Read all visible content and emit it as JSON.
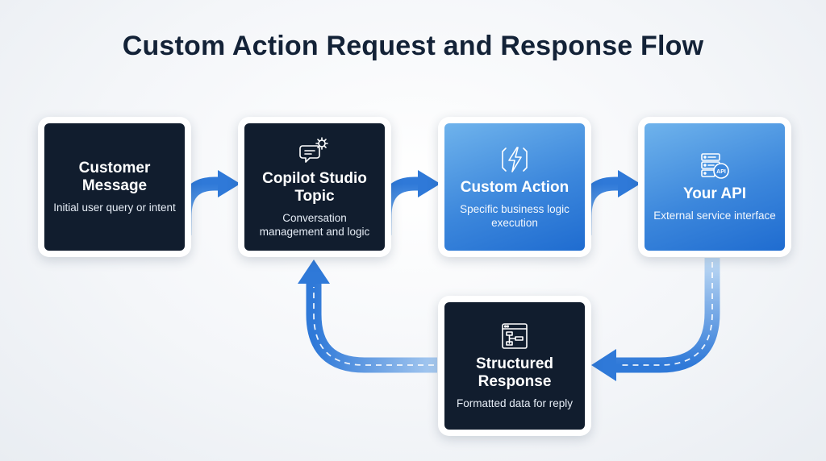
{
  "title": "Custom Action Request and Response Flow",
  "colors": {
    "dark_card": "#111d2e",
    "blue_card": "#3c87dc",
    "arrow_blue": "#2f79d8",
    "title_text": "#132237"
  },
  "nodes": {
    "customer": {
      "title": "Customer Message",
      "subtitle": "Initial user query or intent"
    },
    "copilot": {
      "title": "Copilot Studio Topic",
      "subtitle": "Conversation management and logic",
      "icon": "chat-gear-icon"
    },
    "action": {
      "title": "Custom Action",
      "subtitle": "Specific business logic execution",
      "icon": "lightning-icon"
    },
    "api": {
      "title": "Your API",
      "subtitle": "External service interface",
      "icon": "server-api-icon",
      "icon_text": "API"
    },
    "response": {
      "title": "Structured Response",
      "subtitle": "Formatted data for reply",
      "icon": "window-flow-icon"
    }
  },
  "edges": [
    {
      "from": "Customer Message",
      "to": "Copilot Studio Topic"
    },
    {
      "from": "Copilot Studio Topic",
      "to": "Custom Action"
    },
    {
      "from": "Custom Action",
      "to": "Your API"
    },
    {
      "from": "Your API",
      "to": "Structured Response"
    },
    {
      "from": "Structured Response",
      "to": "Copilot Studio Topic"
    }
  ]
}
